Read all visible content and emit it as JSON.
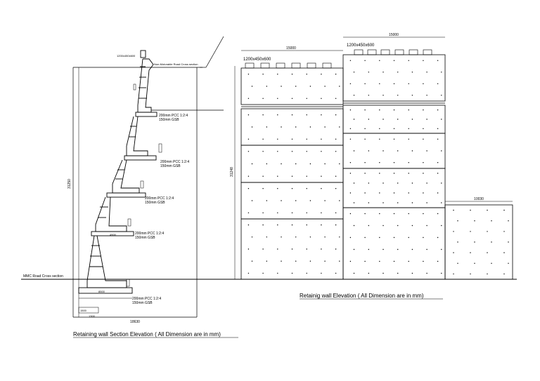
{
  "section": {
    "caption": "Retaining wall Section Elevation ( All Dimension are in mm)",
    "height_dim": "31250",
    "base_width_dim": "18630",
    "top_block_label": "1200x450x600",
    "top_road_label": "Non-Motorable Road Cross section",
    "mmc_road_label": "MMC Road Cross section",
    "pcc_1": "200mm PCC 1:2:4",
    "gsb_1": "150mm GSB",
    "pcc_2": "200mm PCC 1:2:4",
    "gsb_2": "150mm GSB",
    "pcc_3": "200mm PCC 1:2:4",
    "gsb_3": "150mm GSB",
    "pcc_4": "200mm PCC 1:2:4",
    "gsb_4": "150mm GSB",
    "pcc_5": "200mm PCC 1:2:4",
    "gsb_5": "150mm GSB",
    "footing_dim_1": "1500",
    "footing_dim_2": "1300",
    "footing_dim_3": "8500",
    "base_dim": "4500"
  },
  "elevation": {
    "caption": "Retainig wall Elevation ( All Dimension are in mm)",
    "height_dim": "31248",
    "left_width_dim": "15000",
    "right_width_dim": "15000",
    "low_width_dim": "10030",
    "block_label_left": "1200x450x600",
    "block_label_right": "1200x450x600"
  }
}
